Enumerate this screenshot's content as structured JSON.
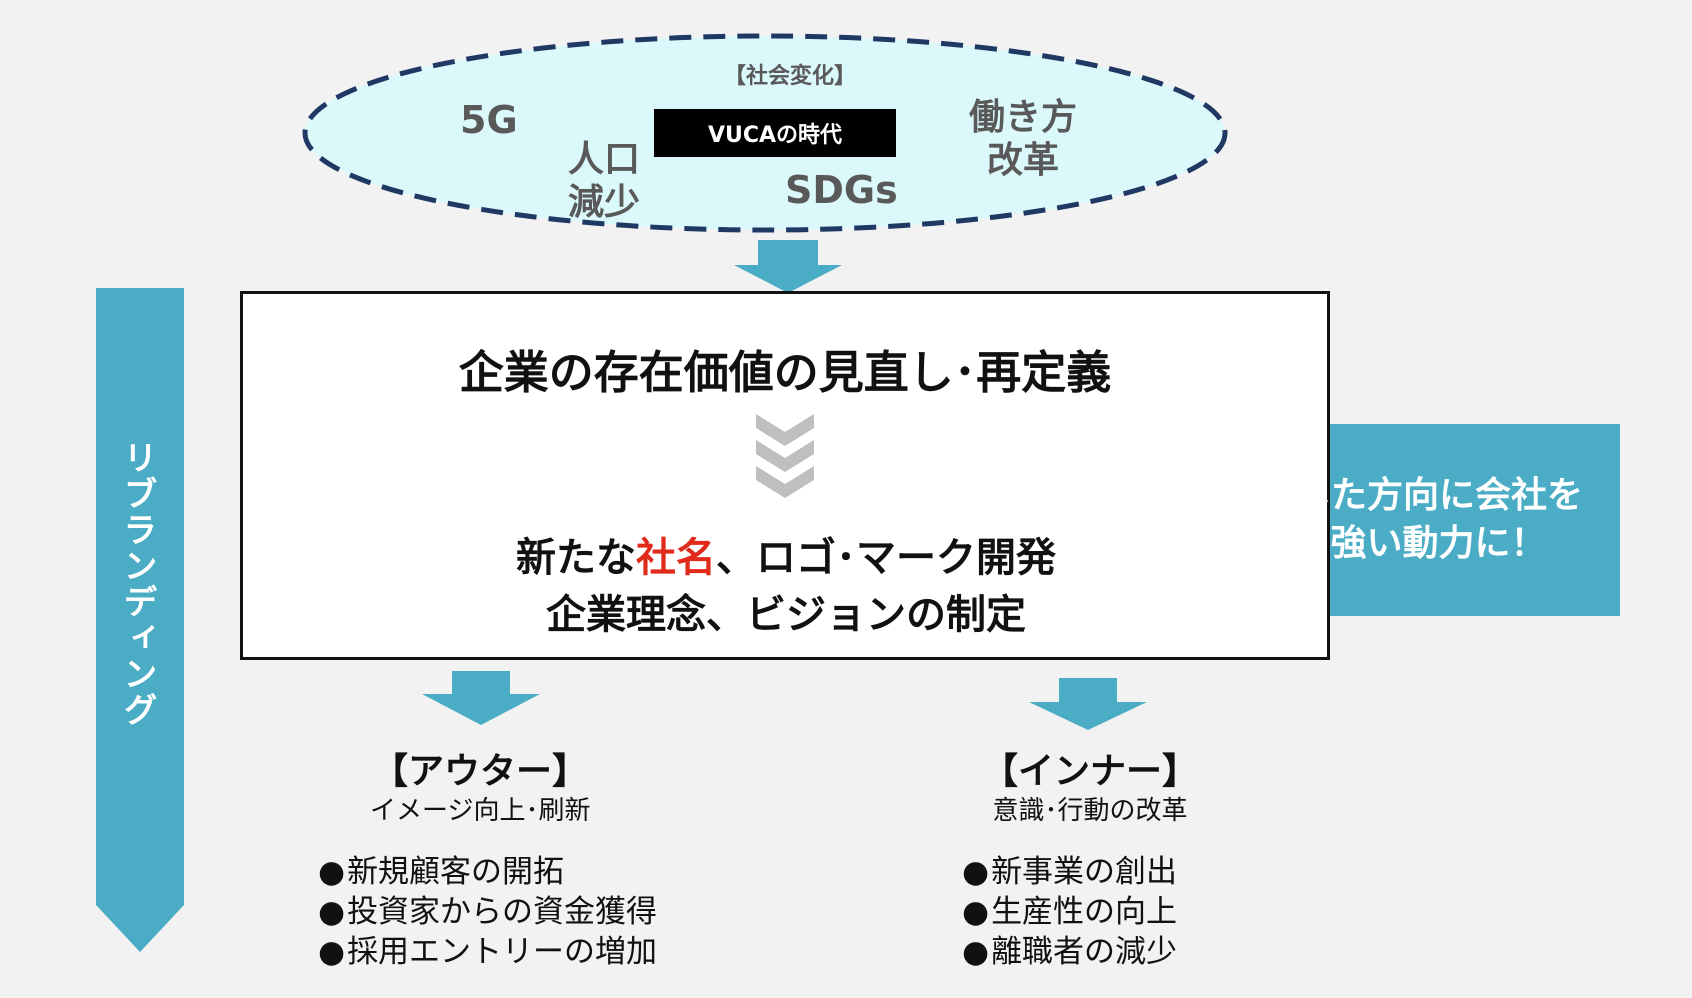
{
  "social_change": {
    "heading": "【社会変化】",
    "vuca": "VUCAの時代",
    "keywords": {
      "fiveg": "5G",
      "population_1": "人口",
      "population_2": "減少",
      "sdgs": "SDGs",
      "workstyle_1": "働き方",
      "workstyle_2": "改革"
    }
  },
  "side_band": {
    "label": "リブランディング"
  },
  "center": {
    "title": "企業の存在価値の見直し･再定義",
    "line1_prefix": "新たな",
    "line1_highlight": "社名",
    "line1_suffix": "、ロゴ･マーク開発",
    "line2": "企業理念、ビジョンの制定"
  },
  "callout": {
    "line1": "再定義した方向に会社を",
    "line2": "変える強い動力に！"
  },
  "outer": {
    "heading": "【アウター】",
    "subtitle": "イメージ向上･刷新",
    "items": [
      "新規顧客の開拓",
      "投資家からの資金獲得",
      "採用エントリーの増加"
    ]
  },
  "inner": {
    "heading": "【インナー】",
    "subtitle": "意識･行動の改革",
    "items": [
      "新事業の創出",
      "生産性の向上",
      "離職者の減少"
    ]
  },
  "colors": {
    "accent": "#4bacc6",
    "ellipse_fill": "#dbf8fb",
    "ellipse_border": "#1f3864",
    "highlight": "#e02a1b",
    "chevron": "#bfbfbf"
  }
}
